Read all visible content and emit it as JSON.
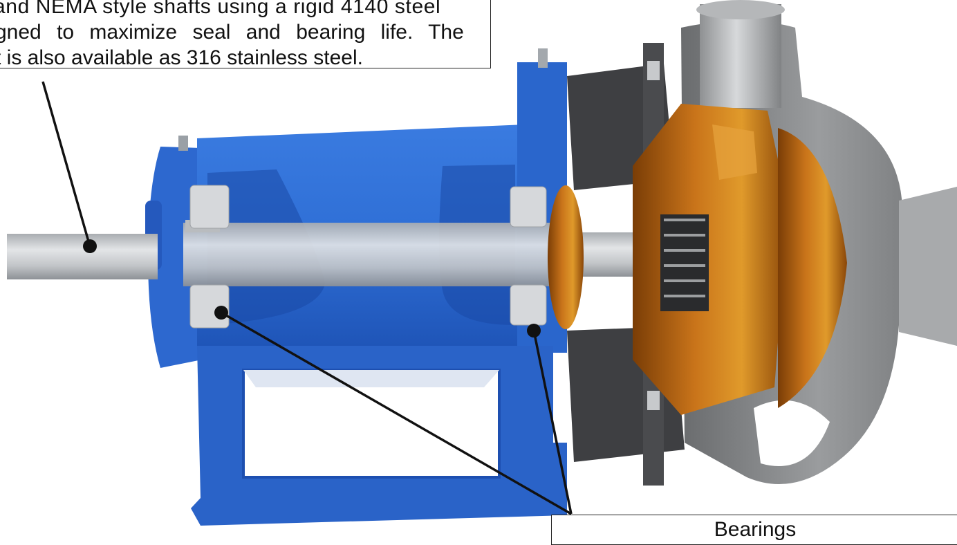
{
  "callouts": {
    "shaft": {
      "line1": "and NEMA style shafts using a rigid 4140 steel",
      "line2": "gned to maximize seal and bearing life. The",
      "line3": "t is also available as 316 stainless steel."
    },
    "bearings": {
      "label": "Bearings"
    }
  },
  "colors": {
    "housing_blue": "#2f6fd6",
    "housing_blue_dark": "#1d4fb0",
    "shaft_gray": "#c9cccf",
    "impeller_orange": "#b8650f",
    "impeller_dark": "#5a2c05",
    "casing_gray": "#7d7f81",
    "bracket_dark": "#3a3a3c",
    "leader_line": "#111111"
  }
}
